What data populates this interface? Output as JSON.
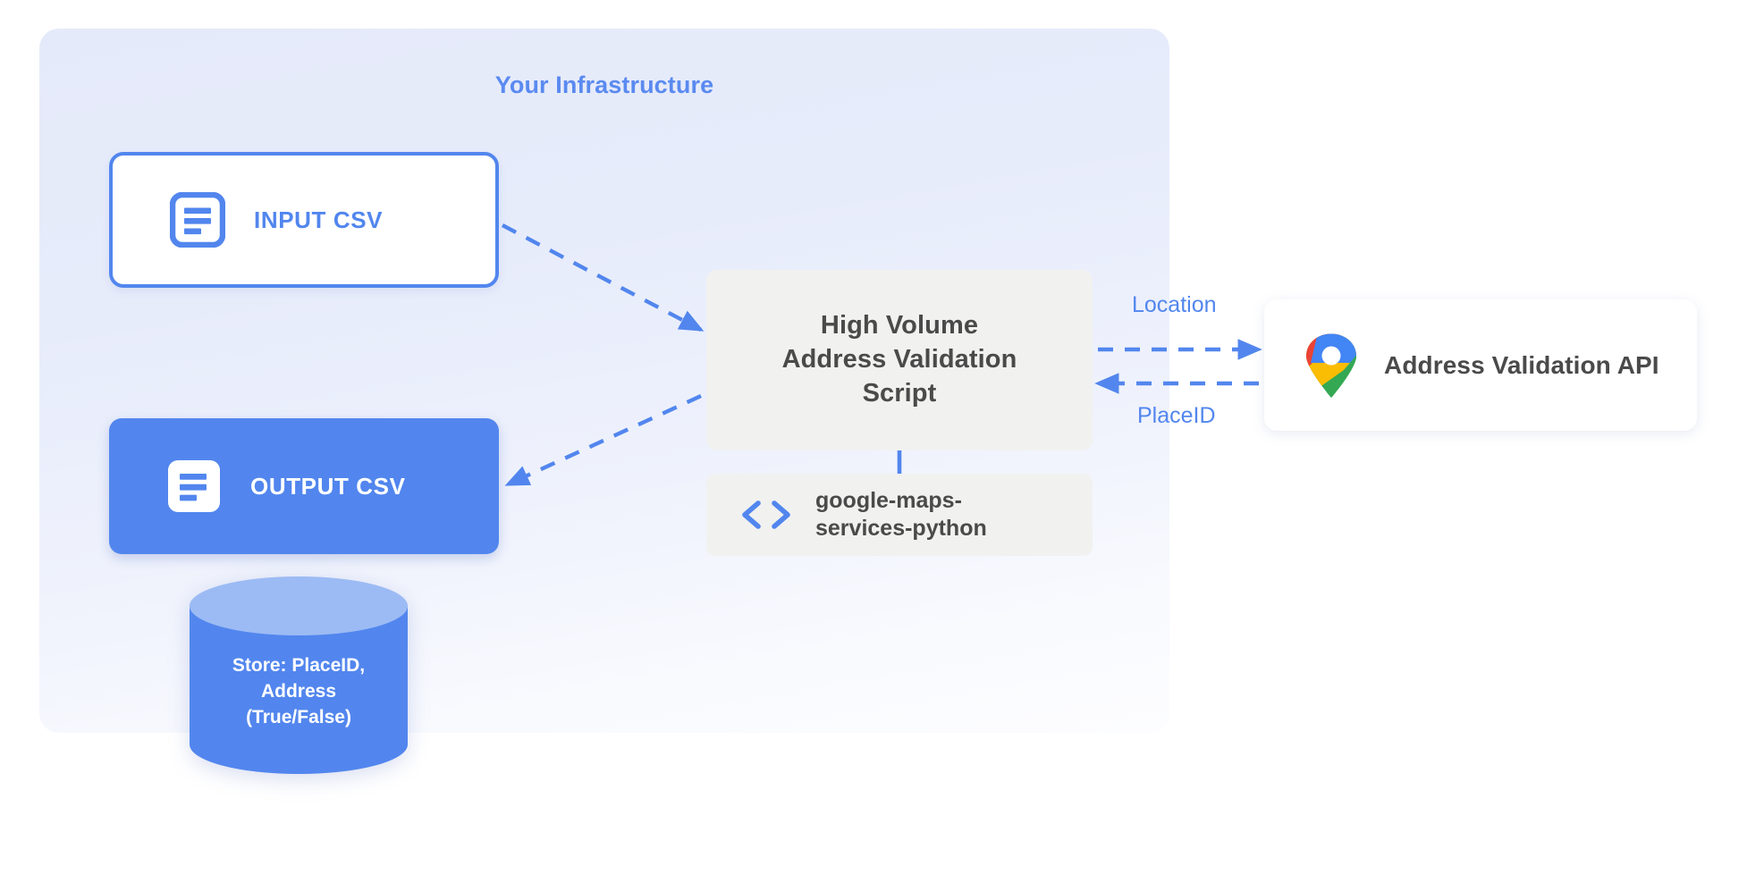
{
  "diagram": {
    "container": {
      "title": "Your Infrastructure"
    },
    "nodes": {
      "input_csv": {
        "label": "INPUT CSV",
        "icon": "document-icon"
      },
      "output_csv": {
        "label": "OUTPUT CSV",
        "icon": "document-icon"
      },
      "script": {
        "line1": "High Volume",
        "line2": "Address Validation",
        "line3": "Script"
      },
      "library": {
        "line1": "google-maps-",
        "line2": "services-python",
        "icon": "code-brackets-icon"
      },
      "api": {
        "label": "Address Validation API",
        "icon": "google-maps-pin-icon"
      },
      "database": {
        "line1": "Store: PlaceID,",
        "line2": "Address",
        "line3": "(True/False)"
      }
    },
    "edges": {
      "location_label": "Location",
      "placeid_label": "PlaceID"
    },
    "colors": {
      "accent_blue": "#5286EE",
      "title_blue": "#5A8AF0",
      "panel_bg": "#E6EBFA",
      "box_gray": "#F1F1F0",
      "text_dark": "#4A4A4A",
      "db_top": "#9CBBF4",
      "pin_blue": "#4285F4",
      "pin_red": "#EA4335",
      "pin_yellow": "#FBBC04",
      "pin_green": "#34A853"
    }
  }
}
